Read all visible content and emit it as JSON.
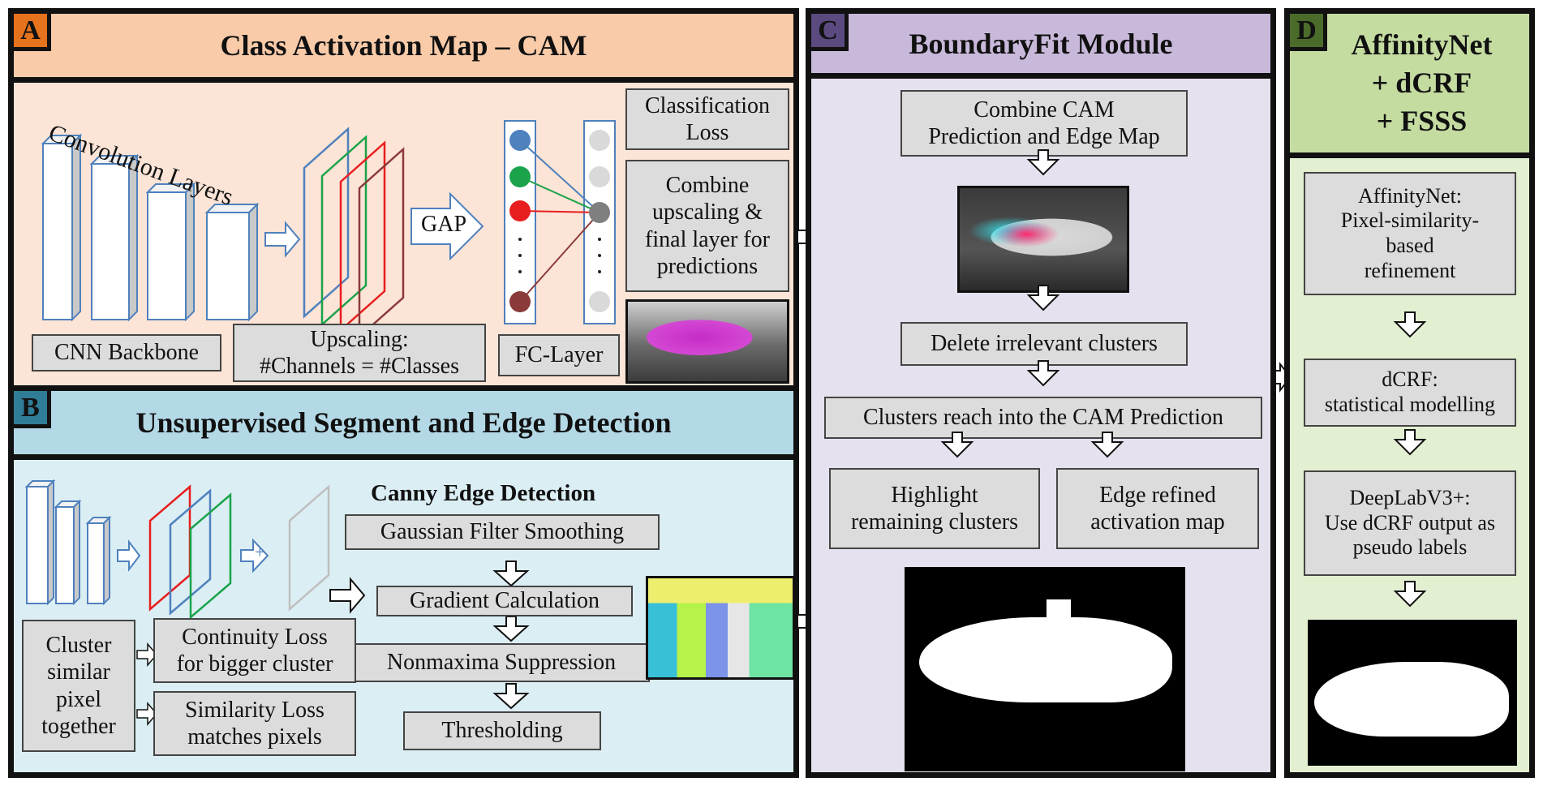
{
  "panels": {
    "A": {
      "letter": "A",
      "title": "Class Activation Map – CAM",
      "header_color": "#f9cba9",
      "body_color": "#fce4d6",
      "letter_color": "#e5721c"
    },
    "B": {
      "letter": "B",
      "title": "Unsupervised Segment and Edge Detection",
      "header_color": "#b4d9e6",
      "body_color": "#dbeef4",
      "letter_color": "#2f7d97"
    },
    "C": {
      "letter": "C",
      "title": "BoundaryFit Module",
      "header_color": "#c8b9da",
      "body_color": "#e6e1ee",
      "letter_color": "#5b4a80"
    },
    "D": {
      "letter": "D",
      "title": "AffinityNet\n+ dCRF\n+ FSSS",
      "header_color": "#c5dca1",
      "body_color": "#e2efd1",
      "letter_color": "#4b6b2a"
    }
  },
  "panel_a": {
    "conv_label": "Convolution Layers",
    "gap_label": "GAP",
    "classification_loss": "Classification\nLoss",
    "combine_box": "Combine\nupscaling &\nfinal layer for\npredictions",
    "cnn_backbone": "CNN Backbone",
    "upscaling": "Upscaling:\n#Channels = #Classes",
    "fc_layer": "FC-Layer",
    "node_colors": [
      "#4f81bd",
      "#1aa34a",
      "#e81e1e",
      "#8b3a3a"
    ],
    "plane_colors": [
      "#4f81bd",
      "#1aa34a",
      "#e81e1e",
      "#8b3a3a"
    ]
  },
  "panel_b": {
    "canny_title": "Canny Edge Detection",
    "steps": [
      "Gaussian Filter Smoothing",
      "Gradient Calculation",
      "Nonmaxima Suppression",
      "Thresholding"
    ],
    "cluster_box": "Cluster\nsimilar\npixel\ntogether",
    "continuity_loss": "Continuity Loss\nfor bigger cluster",
    "similarity_loss": "Similarity Loss\nmatches pixels",
    "plus_symbol": "+"
  },
  "panel_c": {
    "combine": "Combine CAM\nPrediction and Edge Map",
    "delete": "Delete irrelevant clusters",
    "clusters_reach": "Clusters reach into the CAM Prediction",
    "highlight": "Highlight\nremaining clusters",
    "edge_refined": "Edge refined\nactivation map"
  },
  "panel_d": {
    "affinitynet": "AffinityNet:\nPixel-similarity-\nbased\nrefinement",
    "dcrf": "dCRF:\nstatistical modelling",
    "deeplab": "DeepLabV3+:\nUse dCRF output as\npseudo labels"
  }
}
